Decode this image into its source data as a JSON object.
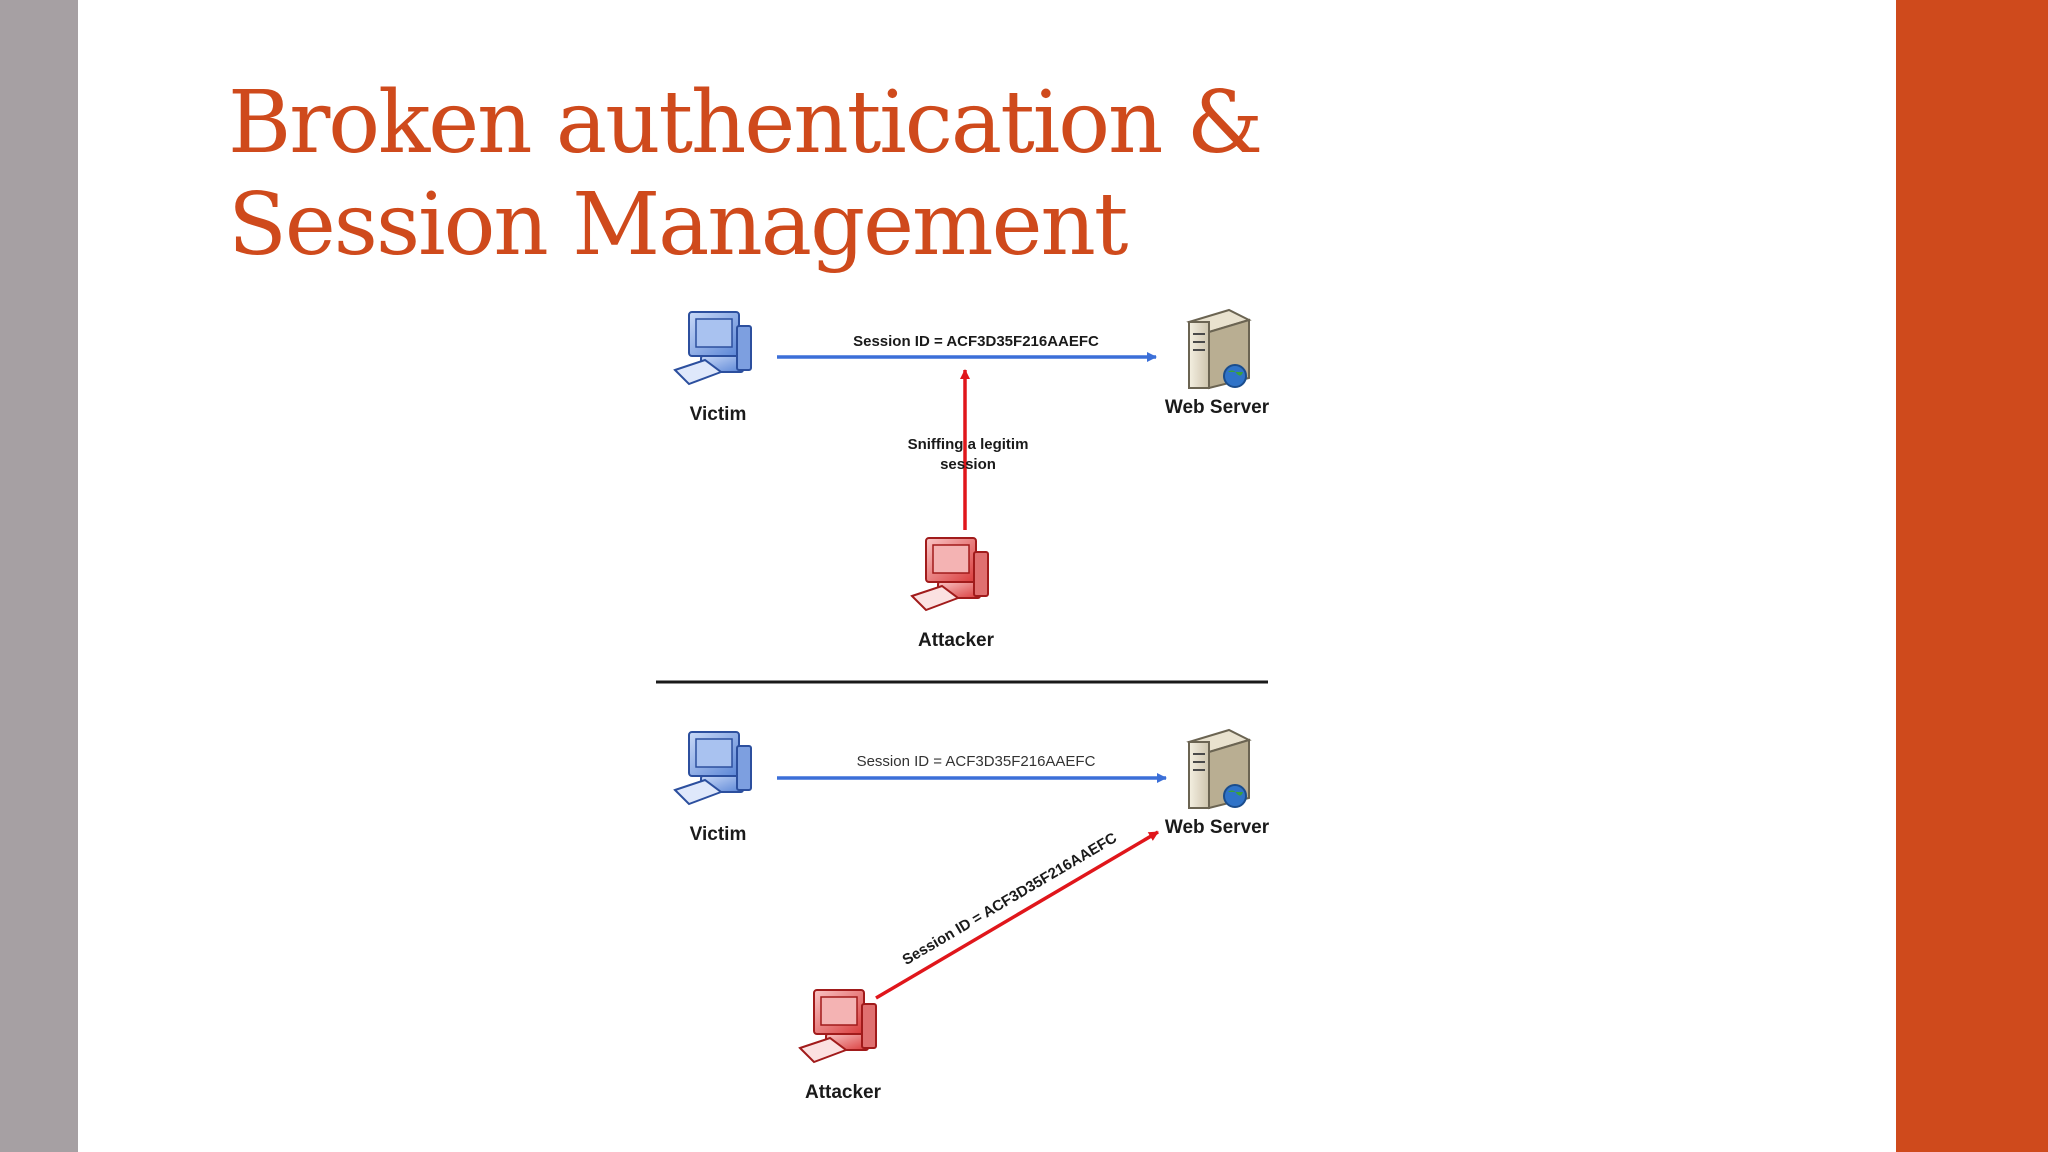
{
  "slide": {
    "title_line1": "Broken authentication &",
    "title_line2": "Session Management",
    "colors": {
      "accent": "#cf4a1c",
      "left_bar": "#a6a0a3",
      "arrow_blue": "#3b6fd8",
      "arrow_red": "#e0161b"
    }
  },
  "diagram": {
    "top": {
      "victim": "Victim",
      "server": "Web Server",
      "attacker": "Attacker",
      "session_label": "Session ID = ACF3D35F216AAEFC",
      "sniff_line1": "Sniffing a legitim",
      "sniff_line2": "session"
    },
    "bottom": {
      "victim": "Victim",
      "server": "Web Server",
      "attacker": "Attacker",
      "session_label": "Session ID = ACF3D35F216AAEFC",
      "attack_label": "Session ID = ACF3D35F216AAEFC"
    }
  }
}
